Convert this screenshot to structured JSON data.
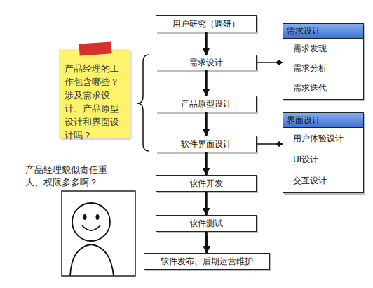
{
  "diagram": {
    "nodes": [
      {
        "text": [
          "用户研究（调研）"
        ]
      },
      {
        "text": [
          "需求设计"
        ]
      },
      {
        "text": [
          "产品原型设计"
        ]
      },
      {
        "text": [
          "软件界面设计"
        ]
      },
      {
        "text": [
          "软件开发"
        ]
      },
      {
        "text": [
          "软件测试"
        ]
      },
      {
        "text": [
          "软件发布、后期运营维护"
        ]
      },
      {
        "text": [
          "产品经理的工作包含哪些？涉及需求设计、产品原型设计和界面设计吗？"
        ]
      },
      {
        "text": [
          "需求设计",
          "需求发现",
          "需求分析",
          "需求迭代"
        ]
      },
      {
        "text": [
          "界面设计",
          "用户体验设计",
          "UI设计",
          "交互设计"
        ]
      },
      {
        "text": [
          "产品经理貌似责任重大、权限多多啊？"
        ]
      }
    ],
    "edges": [
      {
        "from": 0,
        "to": 1,
        "arrow": "to"
      },
      {
        "from": 1,
        "to": 2,
        "arrow": "to"
      },
      {
        "from": 2,
        "to": 3,
        "arrow": "to"
      },
      {
        "from": 3,
        "to": 4,
        "arrow": "to"
      },
      {
        "from": 4,
        "to": 5,
        "arrow": "to"
      },
      {
        "from": 5,
        "to": 6,
        "arrow": "to"
      },
      {
        "from": 1,
        "to": 8,
        "arrow": "to"
      },
      {
        "from": 3,
        "to": 9,
        "arrow": "to"
      }
    ]
  }
}
